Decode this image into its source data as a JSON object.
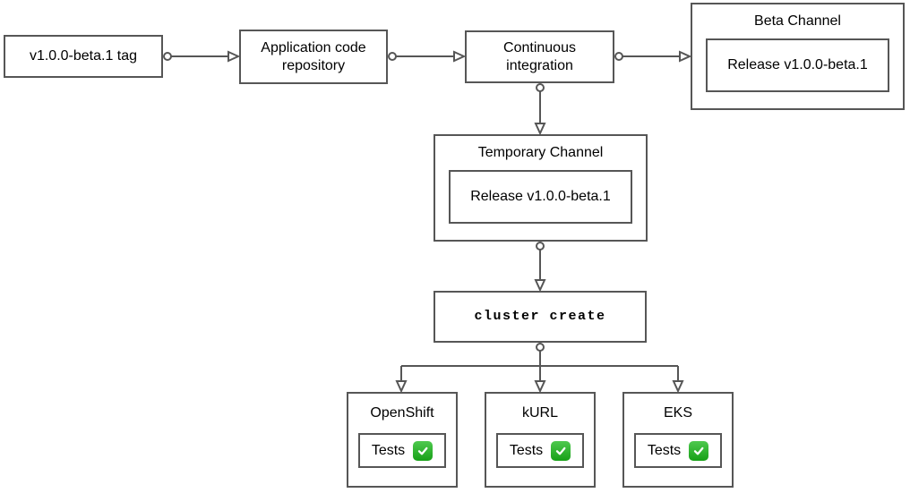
{
  "nodes": {
    "tag": {
      "label": "v1.0.0-beta.1 tag"
    },
    "repo": {
      "label": "Application code repository"
    },
    "ci": {
      "label": "Continuous integration"
    },
    "beta": {
      "title": "Beta Channel",
      "release": "Release v1.0.0-beta.1"
    },
    "temp": {
      "title": "Temporary Channel",
      "release": "Release v1.0.0-beta.1"
    },
    "cluster": {
      "label": "cluster create"
    },
    "platforms": [
      {
        "title": "OpenShift",
        "tests_label": "Tests",
        "status_icon": "check-passed-icon"
      },
      {
        "title": "kURL",
        "tests_label": "Tests",
        "status_icon": "check-passed-icon"
      },
      {
        "title": "EKS",
        "tests_label": "Tests",
        "status_icon": "check-passed-icon"
      }
    ]
  },
  "edges": [
    {
      "from": "tag",
      "to": "repo"
    },
    {
      "from": "repo",
      "to": "ci"
    },
    {
      "from": "ci",
      "to": "beta"
    },
    {
      "from": "ci",
      "to": "temp"
    },
    {
      "from": "temp",
      "to": "cluster"
    },
    {
      "from": "cluster",
      "to": "openshift"
    },
    {
      "from": "cluster",
      "to": "kurl"
    },
    {
      "from": "cluster",
      "to": "eks"
    }
  ],
  "colors": {
    "border": "#565656",
    "bg": "#ffffff",
    "text": "#000000",
    "check-light": "#4ec94e",
    "check-dark": "#17a017"
  }
}
